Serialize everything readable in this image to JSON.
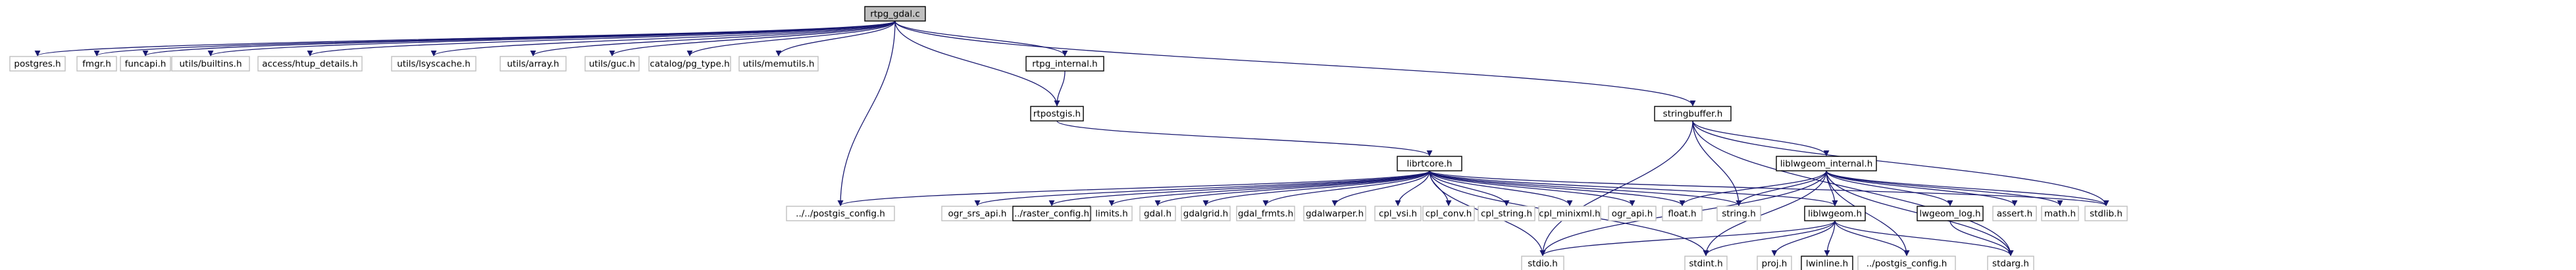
{
  "colors": {
    "edge": "#191970",
    "root_fill": "#bfbfbf",
    "root_border": "#000000",
    "internal_border": "#000000",
    "external_border": "#bfbfbf",
    "node_fill": "#ffffff",
    "background": "#ffffff"
  },
  "graph": {
    "nodes": [
      {
        "id": "n0",
        "label": "rtpg_gdal.c",
        "kind": "root"
      },
      {
        "id": "n1",
        "label": "postgres.h",
        "kind": "external"
      },
      {
        "id": "n2",
        "label": "fmgr.h",
        "kind": "external"
      },
      {
        "id": "n3",
        "label": "funcapi.h",
        "kind": "external"
      },
      {
        "id": "n4",
        "label": "utils/builtins.h",
        "kind": "external"
      },
      {
        "id": "n5",
        "label": "access/htup_details.h",
        "kind": "external"
      },
      {
        "id": "n6",
        "label": "utils/lsyscache.h",
        "kind": "external"
      },
      {
        "id": "n7",
        "label": "utils/array.h",
        "kind": "external"
      },
      {
        "id": "n8",
        "label": "utils/guc.h",
        "kind": "external"
      },
      {
        "id": "n9",
        "label": "catalog/pg_type.h",
        "kind": "external"
      },
      {
        "id": "n10",
        "label": "utils/memutils.h",
        "kind": "external"
      },
      {
        "id": "n11",
        "label": "rtpg_internal.h",
        "kind": "internal"
      },
      {
        "id": "n12",
        "label": "stringbuffer.h",
        "kind": "internal"
      },
      {
        "id": "n13",
        "label": "rtpostgis.h",
        "kind": "internal"
      },
      {
        "id": "n14",
        "label": "../../postgis_config.h",
        "kind": "external"
      },
      {
        "id": "n15",
        "label": "librtcore.h",
        "kind": "internal"
      },
      {
        "id": "n16",
        "label": "liblwgeom_internal.h",
        "kind": "internal"
      },
      {
        "id": "n17",
        "label": "ogr_srs_api.h",
        "kind": "external"
      },
      {
        "id": "n18",
        "label": "../raster_config.h",
        "kind": "internal"
      },
      {
        "id": "n19",
        "label": "limits.h",
        "kind": "external"
      },
      {
        "id": "n20",
        "label": "gdal.h",
        "kind": "external"
      },
      {
        "id": "n21",
        "label": "gdalgrid.h",
        "kind": "external"
      },
      {
        "id": "n22",
        "label": "gdal_frmts.h",
        "kind": "external"
      },
      {
        "id": "n23",
        "label": "gdalwarper.h",
        "kind": "external"
      },
      {
        "id": "n24",
        "label": "cpl_vsi.h",
        "kind": "external"
      },
      {
        "id": "n25",
        "label": "cpl_conv.h",
        "kind": "external"
      },
      {
        "id": "n26",
        "label": "cpl_string.h",
        "kind": "external"
      },
      {
        "id": "n27",
        "label": "cpl_minixml.h",
        "kind": "external"
      },
      {
        "id": "n28",
        "label": "ogr_api.h",
        "kind": "external"
      },
      {
        "id": "n29",
        "label": "float.h",
        "kind": "external"
      },
      {
        "id": "n30",
        "label": "string.h",
        "kind": "external"
      },
      {
        "id": "n31",
        "label": "liblwgeom.h",
        "kind": "internal"
      },
      {
        "id": "n32",
        "label": "lwgeom_log.h",
        "kind": "internal"
      },
      {
        "id": "n33",
        "label": "assert.h",
        "kind": "external"
      },
      {
        "id": "n34",
        "label": "math.h",
        "kind": "external"
      },
      {
        "id": "n35",
        "label": "stdlib.h",
        "kind": "external"
      },
      {
        "id": "n36",
        "label": "stdio.h",
        "kind": "external"
      },
      {
        "id": "n37",
        "label": "stdint.h",
        "kind": "external"
      },
      {
        "id": "n38",
        "label": "proj.h",
        "kind": "external"
      },
      {
        "id": "n39",
        "label": "lwinline.h",
        "kind": "internal"
      },
      {
        "id": "n40",
        "label": "../postgis_config.h",
        "kind": "external"
      },
      {
        "id": "n41",
        "label": "stdarg.h",
        "kind": "external"
      }
    ],
    "edges": [
      {
        "from": "n0",
        "to": "n1"
      },
      {
        "from": "n0",
        "to": "n2"
      },
      {
        "from": "n0",
        "to": "n3"
      },
      {
        "from": "n0",
        "to": "n4"
      },
      {
        "from": "n0",
        "to": "n5"
      },
      {
        "from": "n0",
        "to": "n6"
      },
      {
        "from": "n0",
        "to": "n7"
      },
      {
        "from": "n0",
        "to": "n8"
      },
      {
        "from": "n0",
        "to": "n9"
      },
      {
        "from": "n0",
        "to": "n10"
      },
      {
        "from": "n0",
        "to": "n11"
      },
      {
        "from": "n0",
        "to": "n12"
      },
      {
        "from": "n0",
        "to": "n13"
      },
      {
        "from": "n0",
        "to": "n14"
      },
      {
        "from": "n11",
        "to": "n13"
      },
      {
        "from": "n13",
        "to": "n15"
      },
      {
        "from": "n12",
        "to": "n16"
      },
      {
        "from": "n12",
        "to": "n30"
      },
      {
        "from": "n12",
        "to": "n35"
      },
      {
        "from": "n12",
        "to": "n36"
      },
      {
        "from": "n12",
        "to": "n41"
      },
      {
        "from": "n15",
        "to": "n14"
      },
      {
        "from": "n15",
        "to": "n17"
      },
      {
        "from": "n15",
        "to": "n18"
      },
      {
        "from": "n15",
        "to": "n19"
      },
      {
        "from": "n15",
        "to": "n20"
      },
      {
        "from": "n15",
        "to": "n21"
      },
      {
        "from": "n15",
        "to": "n22"
      },
      {
        "from": "n15",
        "to": "n23"
      },
      {
        "from": "n15",
        "to": "n24"
      },
      {
        "from": "n15",
        "to": "n25"
      },
      {
        "from": "n15",
        "to": "n26"
      },
      {
        "from": "n15",
        "to": "n27"
      },
      {
        "from": "n15",
        "to": "n28"
      },
      {
        "from": "n15",
        "to": "n29"
      },
      {
        "from": "n15",
        "to": "n30"
      },
      {
        "from": "n15",
        "to": "n31"
      },
      {
        "from": "n15",
        "to": "n35"
      },
      {
        "from": "n15",
        "to": "n36"
      },
      {
        "from": "n15",
        "to": "n37"
      },
      {
        "from": "n16",
        "to": "n29"
      },
      {
        "from": "n16",
        "to": "n30"
      },
      {
        "from": "n16",
        "to": "n31"
      },
      {
        "from": "n16",
        "to": "n32"
      },
      {
        "from": "n16",
        "to": "n33"
      },
      {
        "from": "n16",
        "to": "n34"
      },
      {
        "from": "n16",
        "to": "n35"
      },
      {
        "from": "n16",
        "to": "n36"
      },
      {
        "from": "n16",
        "to": "n37"
      },
      {
        "from": "n16",
        "to": "n40"
      },
      {
        "from": "n16",
        "to": "n41"
      },
      {
        "from": "n31",
        "to": "n36"
      },
      {
        "from": "n31",
        "to": "n37"
      },
      {
        "from": "n31",
        "to": "n38"
      },
      {
        "from": "n31",
        "to": "n39"
      },
      {
        "from": "n31",
        "to": "n40"
      },
      {
        "from": "n31",
        "to": "n41"
      },
      {
        "from": "n32",
        "to": "n41"
      }
    ]
  }
}
